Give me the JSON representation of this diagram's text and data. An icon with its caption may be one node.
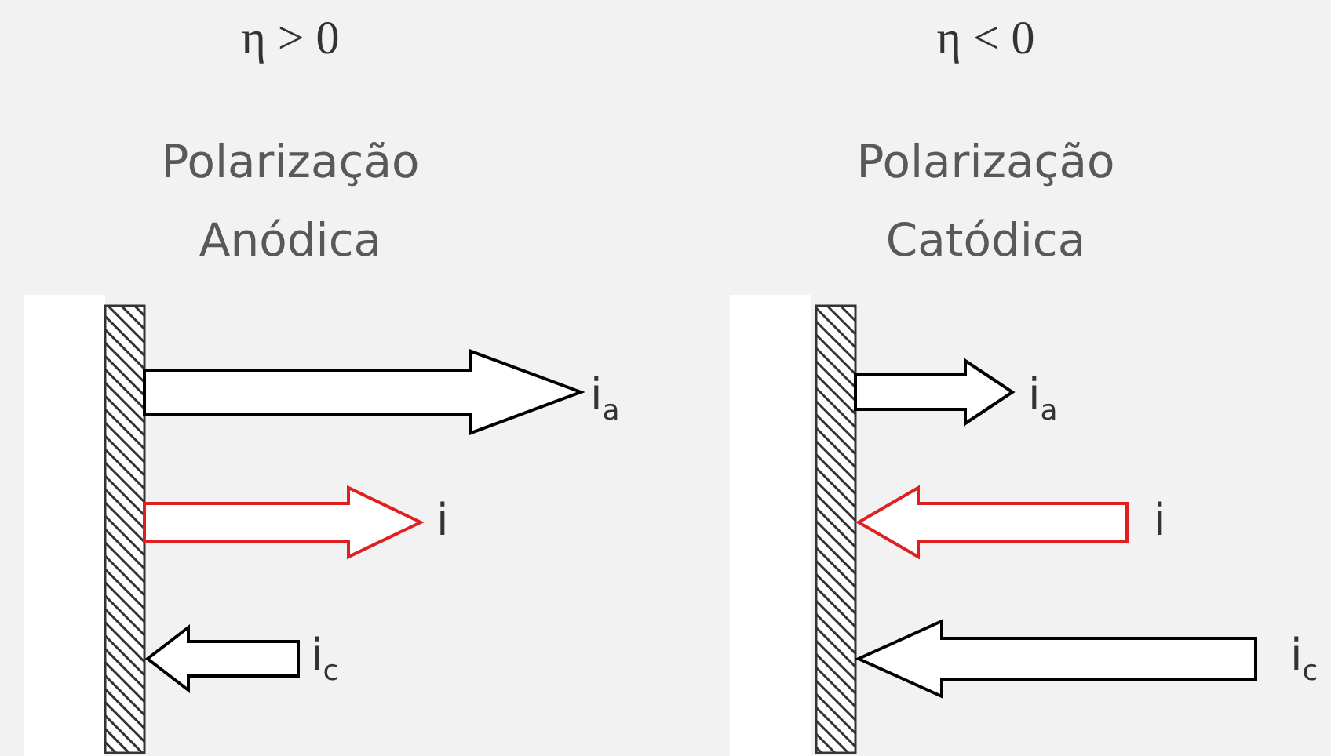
{
  "diagram": {
    "labels": [
      "η > 0",
      "η < 0",
      "Polarização Anódica",
      "Polarização Catódica",
      "i$_{a}$",
      "i$_{a}$",
      "i",
      "i",
      "i$_{c}$",
      "i$_{c}$"
    ]
  }
}
